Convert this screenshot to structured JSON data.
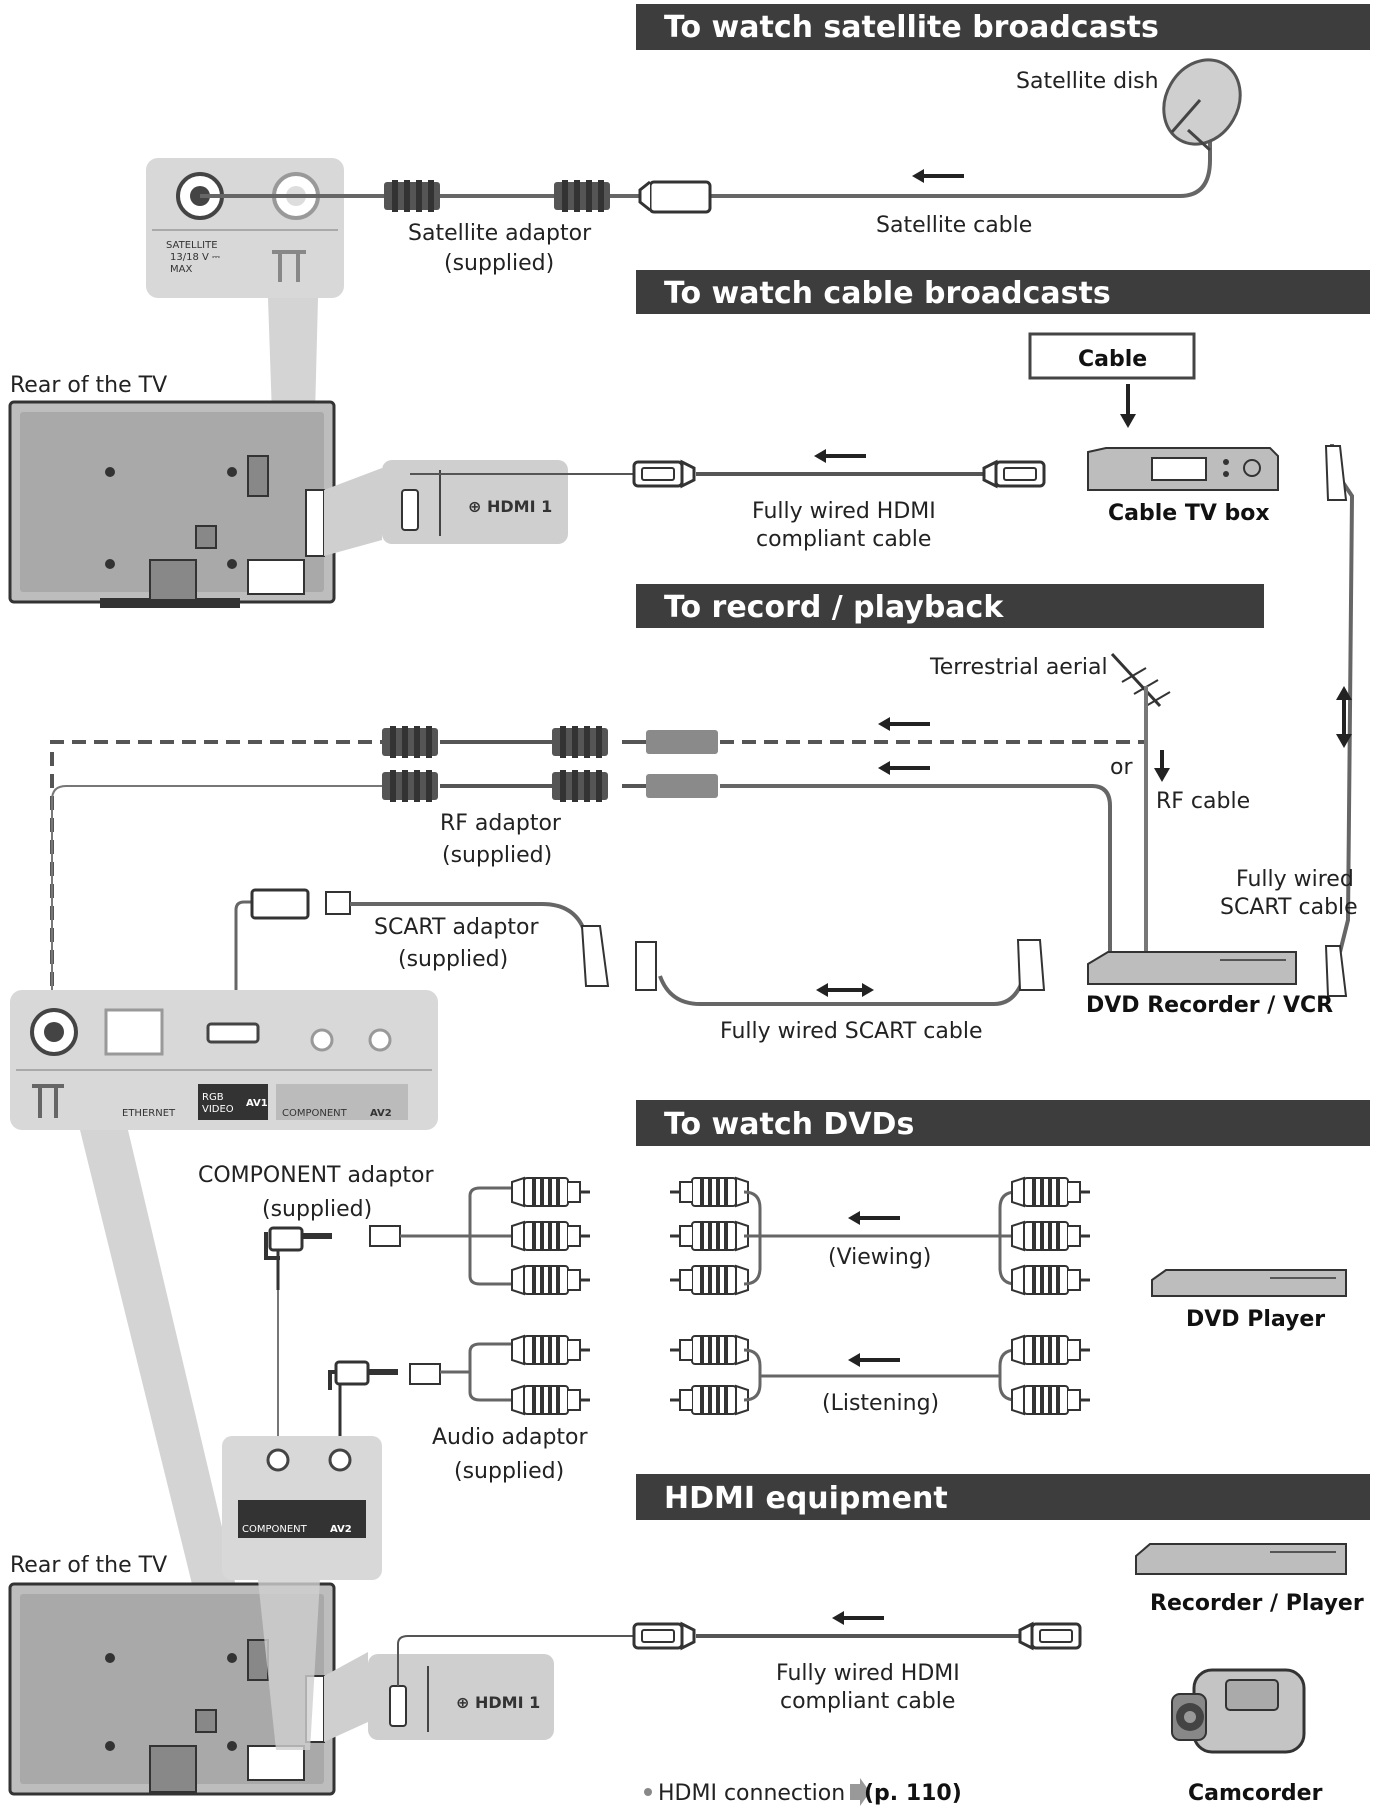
{
  "sections": {
    "satellite": "To watch satellite broadcasts",
    "cable": "To watch cable broadcasts",
    "record": "To record / playback",
    "dvd": "To watch DVDs",
    "hdmi": "HDMI equipment"
  },
  "labels": {
    "satellite_dish": "Satellite dish",
    "satellite_cable": "Satellite cable",
    "satellite_adaptor": "Satellite adaptor",
    "supplied": "(supplied)",
    "rear_of_tv": "Rear of the TV",
    "cable": "Cable",
    "cable_tv_box": "Cable TV box",
    "hdmi_cable_line1": "Fully wired HDMI",
    "hdmi_cable_line2": "compliant cable",
    "terrestrial_aerial": "Terrestrial aerial",
    "or": "or",
    "rf_cable": "RF cable",
    "rf_adaptor": "RF adaptor",
    "scart_adaptor": "SCART adaptor",
    "fully_wired_scart": "Fully wired SCART cable",
    "fully_wired": "Fully wired",
    "scart_cable": "SCART cable",
    "dvd_recorder_vcr": "DVD Recorder / VCR",
    "component_adaptor": "COMPONENT adaptor",
    "viewing": "(Viewing)",
    "listening": "(Listening)",
    "dvd_player": "DVD Player",
    "audio_adaptor": "Audio adaptor",
    "recorder_player": "Recorder / Player",
    "camcorder": "Camcorder",
    "hdmi_connection": "HDMI connection",
    "page_ref": "(p. 110)"
  },
  "panel": {
    "hdmi1": "⊕ HDMI 1",
    "satellite": "SATELLITE",
    "sat_spec1": "13/18 V ⎓",
    "sat_spec2": "MAX",
    "ethernet": "ETHERNET",
    "av1": "AV1",
    "av2": "AV2",
    "component": "COMPONENT",
    "rgb": "RGB",
    "video": "VIDEO"
  }
}
